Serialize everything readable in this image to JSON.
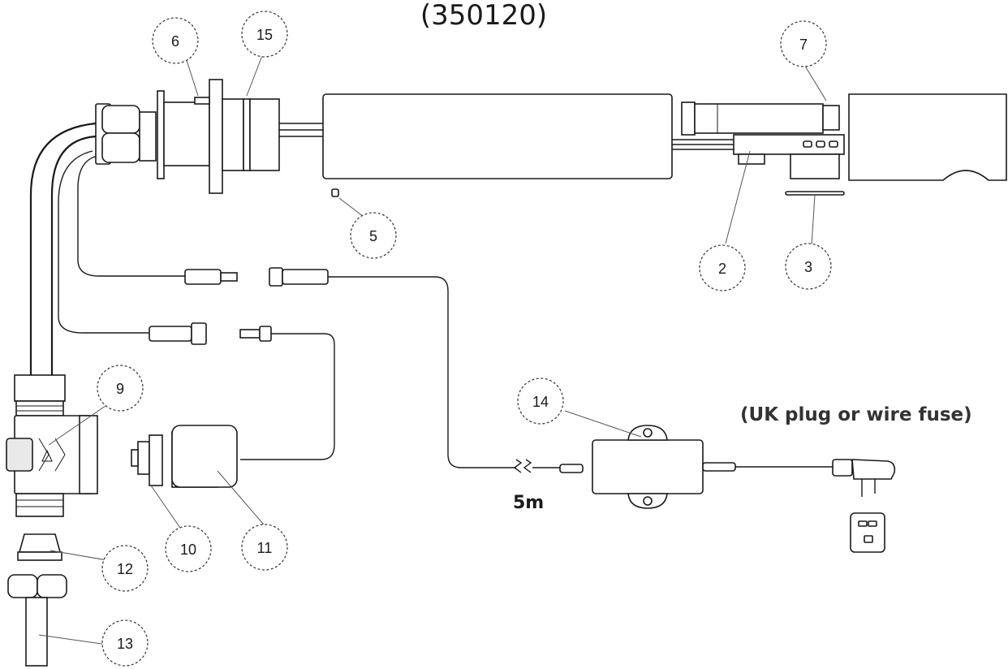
{
  "diagram": {
    "header_code": "(350120)",
    "plug_note": "(UK plug or wire fuse)",
    "cable_length": "5m",
    "callouts": [
      "6",
      "15",
      "7",
      "5",
      "2",
      "3",
      "9",
      "14",
      "10",
      "11",
      "12",
      "13"
    ]
  }
}
